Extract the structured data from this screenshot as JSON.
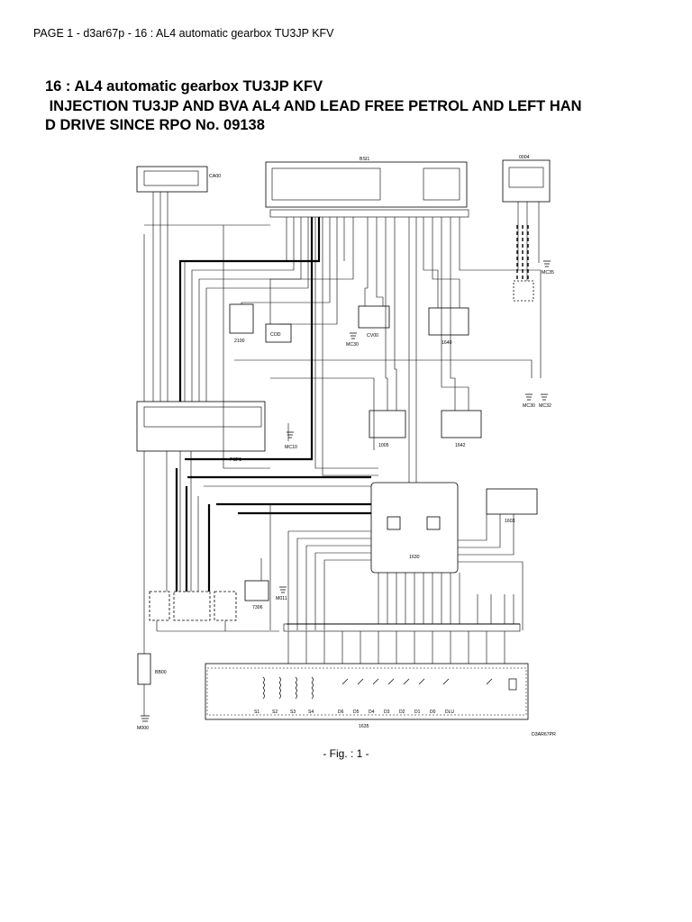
{
  "page": {
    "header": "PAGE 1 - d3ar67p - 16 : AL4 automatic gearbox TU3JP KFV",
    "title": "16 : AL4 automatic gearbox TU3JP KFV",
    "subtitle_line1": " INJECTION TU3JP AND BVA AL4 AND LEAD FREE PETROL AND LEFT HAN",
    "subtitle_line2": "D DRIVE SINCE RPO No. 09138",
    "caption": "- Fig. : 1 -"
  },
  "diagram": {
    "components": {
      "bsi": "BSI1",
      "ca00": "CA00",
      "c0004": "0004",
      "c2100": "2100",
      "c7306": "7306",
      "cv00": "CV00",
      "c1640": "1640",
      "c1005": "1005",
      "c1642": "1642",
      "c1603": "1603",
      "c1630": "1630",
      "psf1": "PSF1",
      "bb00": "BB00",
      "m000": "M000",
      "c1635": "1635",
      "mc10": "MC10",
      "mc30a": "MC30",
      "mc30b": "MC30",
      "mc32": "MC32",
      "mc35": "MC35",
      "m011": "M011",
      "ref": "D3AR67PR",
      "cod": "COD"
    },
    "gearbox_labels": [
      "D6",
      "D5",
      "D4",
      "D3",
      "D2",
      "D1",
      "D0",
      "DLU"
    ],
    "gate_labels": [
      "S1",
      "S2",
      "S3",
      "S4"
    ]
  }
}
